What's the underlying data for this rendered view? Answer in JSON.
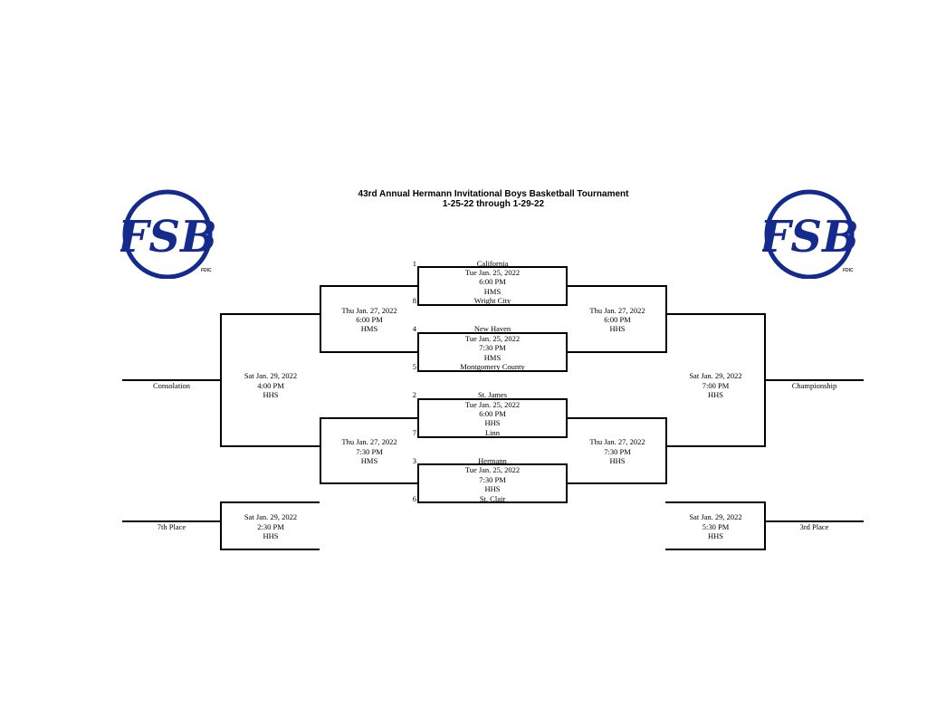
{
  "header": {
    "title": "43rd Annual Hermann Invitational Boys Basketball Tournament",
    "dates": "1-25-22 through 1-29-22"
  },
  "logo": {
    "letters": "FSB",
    "fdic": "FDIC",
    "color": "#142a8c"
  },
  "round1": [
    {
      "top_seed": "1",
      "top_team": "California",
      "date": "Tue Jan. 25, 2022",
      "time": "6:00 PM",
      "site": "HMS",
      "bottom_seed": "8",
      "bottom_team": "Wright City"
    },
    {
      "top_seed": "4",
      "top_team": "New Haven",
      "date": "Tue Jan. 25, 2022",
      "time": "7:30 PM",
      "site": "HMS",
      "bottom_seed": "5",
      "bottom_team": "Montgomery County"
    },
    {
      "top_seed": "2",
      "top_team": "St. James",
      "date": "Tue Jan. 25, 2022",
      "time": "6:00 PM",
      "site": "HHS",
      "bottom_seed": "7",
      "bottom_team": "Linn"
    },
    {
      "top_seed": "3",
      "top_team": "Hermann",
      "date": "Tue Jan. 25, 2022",
      "time": "7:30 PM",
      "site": "HHS",
      "bottom_seed": "6",
      "bottom_team": "St. Clair"
    }
  ],
  "consolation_semis": [
    {
      "date": "Thu Jan. 27, 2022",
      "time": "6:00 PM",
      "site": "HMS"
    },
    {
      "date": "Thu Jan. 27, 2022",
      "time": "7:30 PM",
      "site": "HMS"
    }
  ],
  "championship_semis": [
    {
      "date": "Thu Jan. 27, 2022",
      "time": "6:00 PM",
      "site": "HHS"
    },
    {
      "date": "Thu Jan. 27, 2022",
      "time": "7:30 PM",
      "site": "HHS"
    }
  ],
  "finals": {
    "consolation": {
      "label": "Consolation",
      "date": "Sat Jan. 29, 2022",
      "time": "4:00 PM",
      "site": "HHS"
    },
    "championship": {
      "label": "Championship",
      "date": "Sat Jan. 29, 2022",
      "time": "7:00 PM",
      "site": "HHS"
    },
    "seventh": {
      "label": "7th Place",
      "date": "Sat Jan. 29, 2022",
      "time": "2:30 PM",
      "site": "HHS"
    },
    "third": {
      "label": "3rd Place",
      "date": "Sat Jan. 29, 2022",
      "time": "5:30 PM",
      "site": "HHS"
    }
  }
}
